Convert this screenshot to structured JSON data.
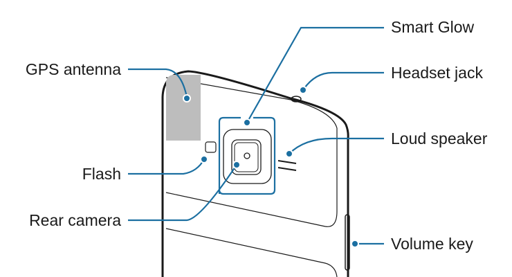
{
  "labels": {
    "smart_glow": "Smart Glow",
    "headset_jack": "Headset jack",
    "loud_speaker": "Loud speaker",
    "volume_key": "Volume key",
    "gps_antenna": "GPS antenna",
    "flash": "Flash",
    "rear_camera": "Rear camera"
  },
  "colors": {
    "callout": "#1b6fa1",
    "outline": "#1a1a1a",
    "antenna": "#bdbdbd"
  }
}
